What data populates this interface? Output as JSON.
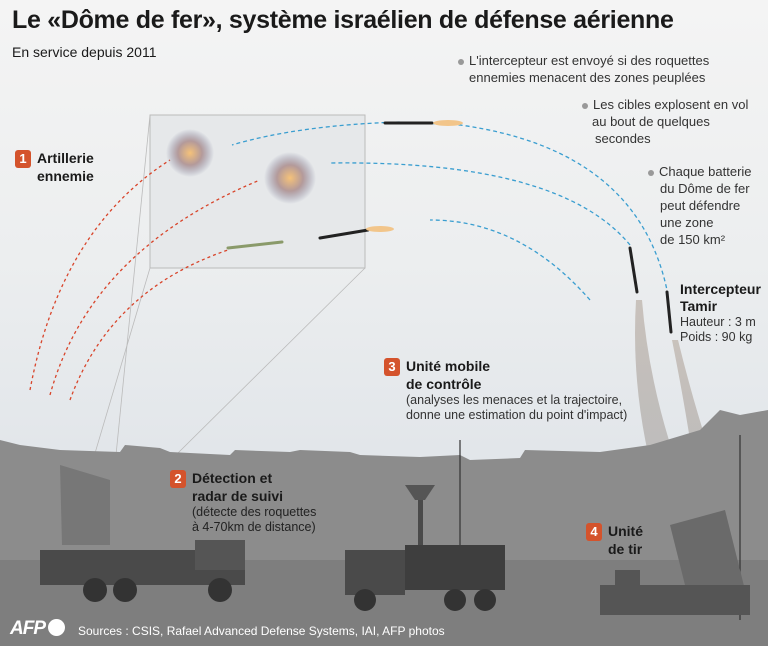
{
  "header": {
    "title": "Le «Dôme de fer», système israélien de défense aérienne",
    "subtitle": "En service depuis 2011"
  },
  "notes": [
    {
      "lines": [
        "L'intercepteur est envoyé si des roquettes",
        "ennemies menacent des zones peuplées"
      ]
    },
    {
      "lines": [
        "Les cibles explosent en vol",
        "au bout de quelques",
        "secondes"
      ]
    },
    {
      "lines": [
        "Chaque batterie",
        "du Dôme de fer",
        "peut défendre",
        "une zone",
        "de 150 km²"
      ]
    }
  ],
  "labels": {
    "artillery": {
      "number": "1",
      "line1": "Artillerie",
      "line2": "ennemie"
    },
    "radar": {
      "number": "2",
      "line1": "Détection et",
      "line2": "radar de suivi",
      "desc1": "(détecte des roquettes",
      "desc2": "à 4-70km de distance)"
    },
    "control": {
      "number": "3",
      "line1": "Unité mobile",
      "line2": "de contrôle",
      "desc1": "(analyses les menaces et la trajectoire,",
      "desc2": "donne une estimation du point d'impact)"
    },
    "launcher": {
      "number": "4",
      "line1": "Unité",
      "line2": "de tir"
    },
    "interceptor": {
      "line1": "Intercepteur",
      "line2": "Tamir",
      "height": "Hauteur : 3 m",
      "weight": "Poids : 90 kg"
    }
  },
  "footer": {
    "logo": "AFP",
    "sources": "Sources : CSIS, Rafael Advanced Defense Systems, IAI, AFP photos"
  },
  "colors": {
    "badge": "#d4532c",
    "interceptor_path": "#3a9ed0",
    "rocket_path": "#d8442a",
    "ground": "#8c8c8c"
  }
}
